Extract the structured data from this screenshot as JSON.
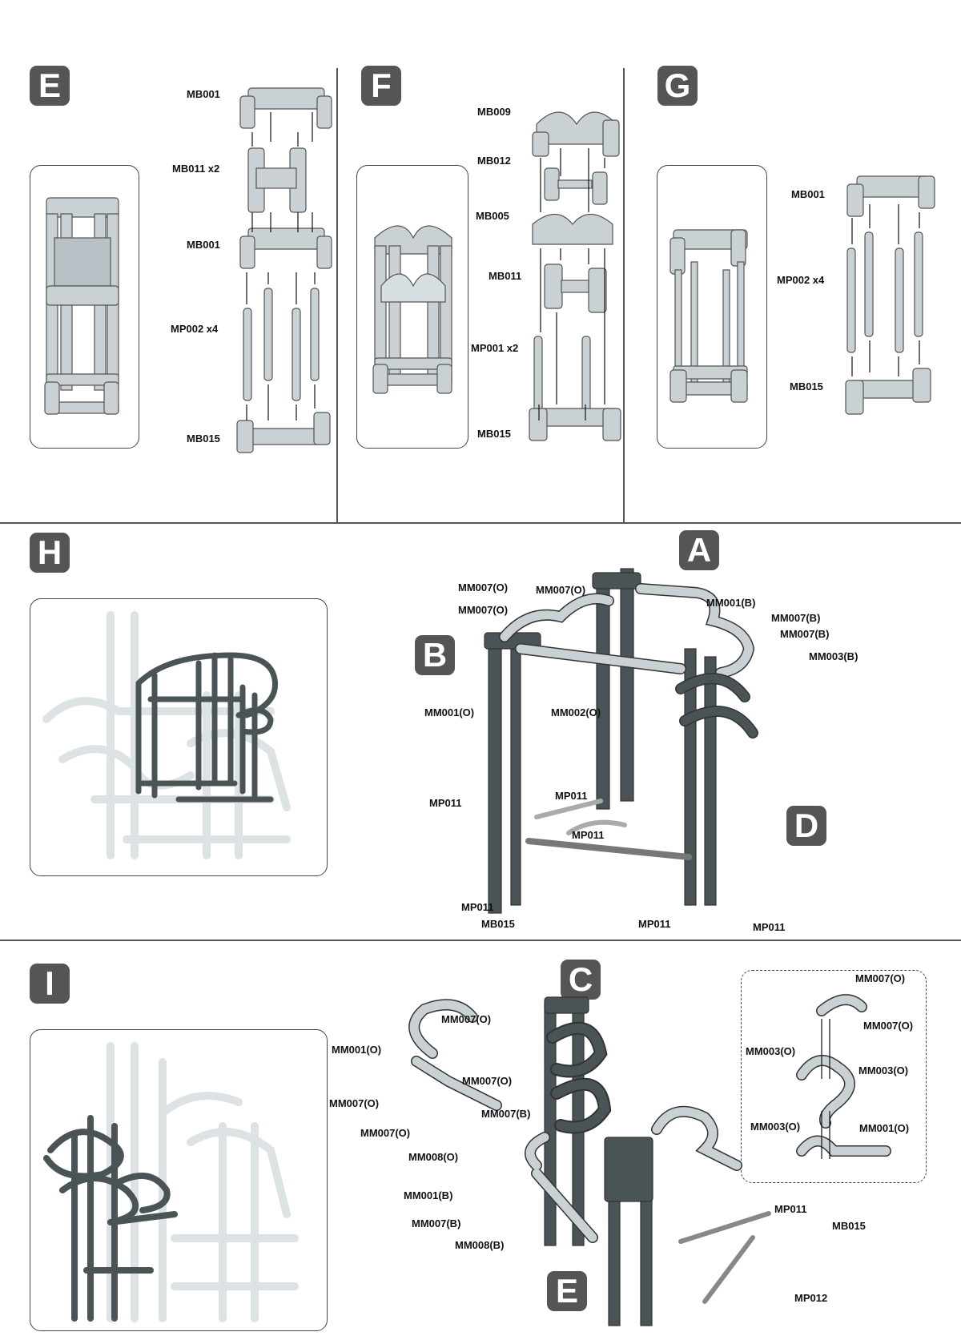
{
  "steps": {
    "e": {
      "badge": "E",
      "labels": [
        "MB001",
        "MB011 x2",
        "MB001",
        "MP002 x4",
        "MB015"
      ]
    },
    "f": {
      "badge": "F",
      "labels": [
        "MB009",
        "MB012",
        "MB005",
        "MB011",
        "MP001 x2",
        "MB015"
      ]
    },
    "g": {
      "badge": "G",
      "labels": [
        "MB001",
        "MP002 x4",
        "MB015"
      ]
    },
    "h": {
      "badge": "H",
      "callouts": [
        "A",
        "B",
        "D"
      ],
      "labels": [
        "MM007(O)",
        "MM007(O)",
        "MM007(O)",
        "MM001(B)",
        "MM007(B)",
        "MM007(B)",
        "MM003(B)",
        "MM001(O)",
        "MM002(O)",
        "MP011",
        "MP011",
        "MP011",
        "MP011",
        "MB015",
        "MP011",
        "MP011"
      ]
    },
    "i": {
      "badge": "I",
      "callouts": [
        "C",
        "E"
      ],
      "labels": [
        "MM007(O)",
        "MM001(O)",
        "MM007(O)",
        "MM007(O)",
        "MM007(B)",
        "MM007(O)",
        "MM008(O)",
        "MM001(B)",
        "MM007(B)",
        "MM008(B)",
        "MP011",
        "MB015",
        "MP012"
      ],
      "detail_labels": [
        "MM007(O)",
        "MM007(O)",
        "MM003(O)",
        "MM003(O)",
        "MM003(O)",
        "MM001(O)"
      ]
    }
  },
  "colors": {
    "light_part": "#c9d1d4",
    "dark_part": "#4a5457",
    "outline": "#333333",
    "badge": "#555555"
  }
}
